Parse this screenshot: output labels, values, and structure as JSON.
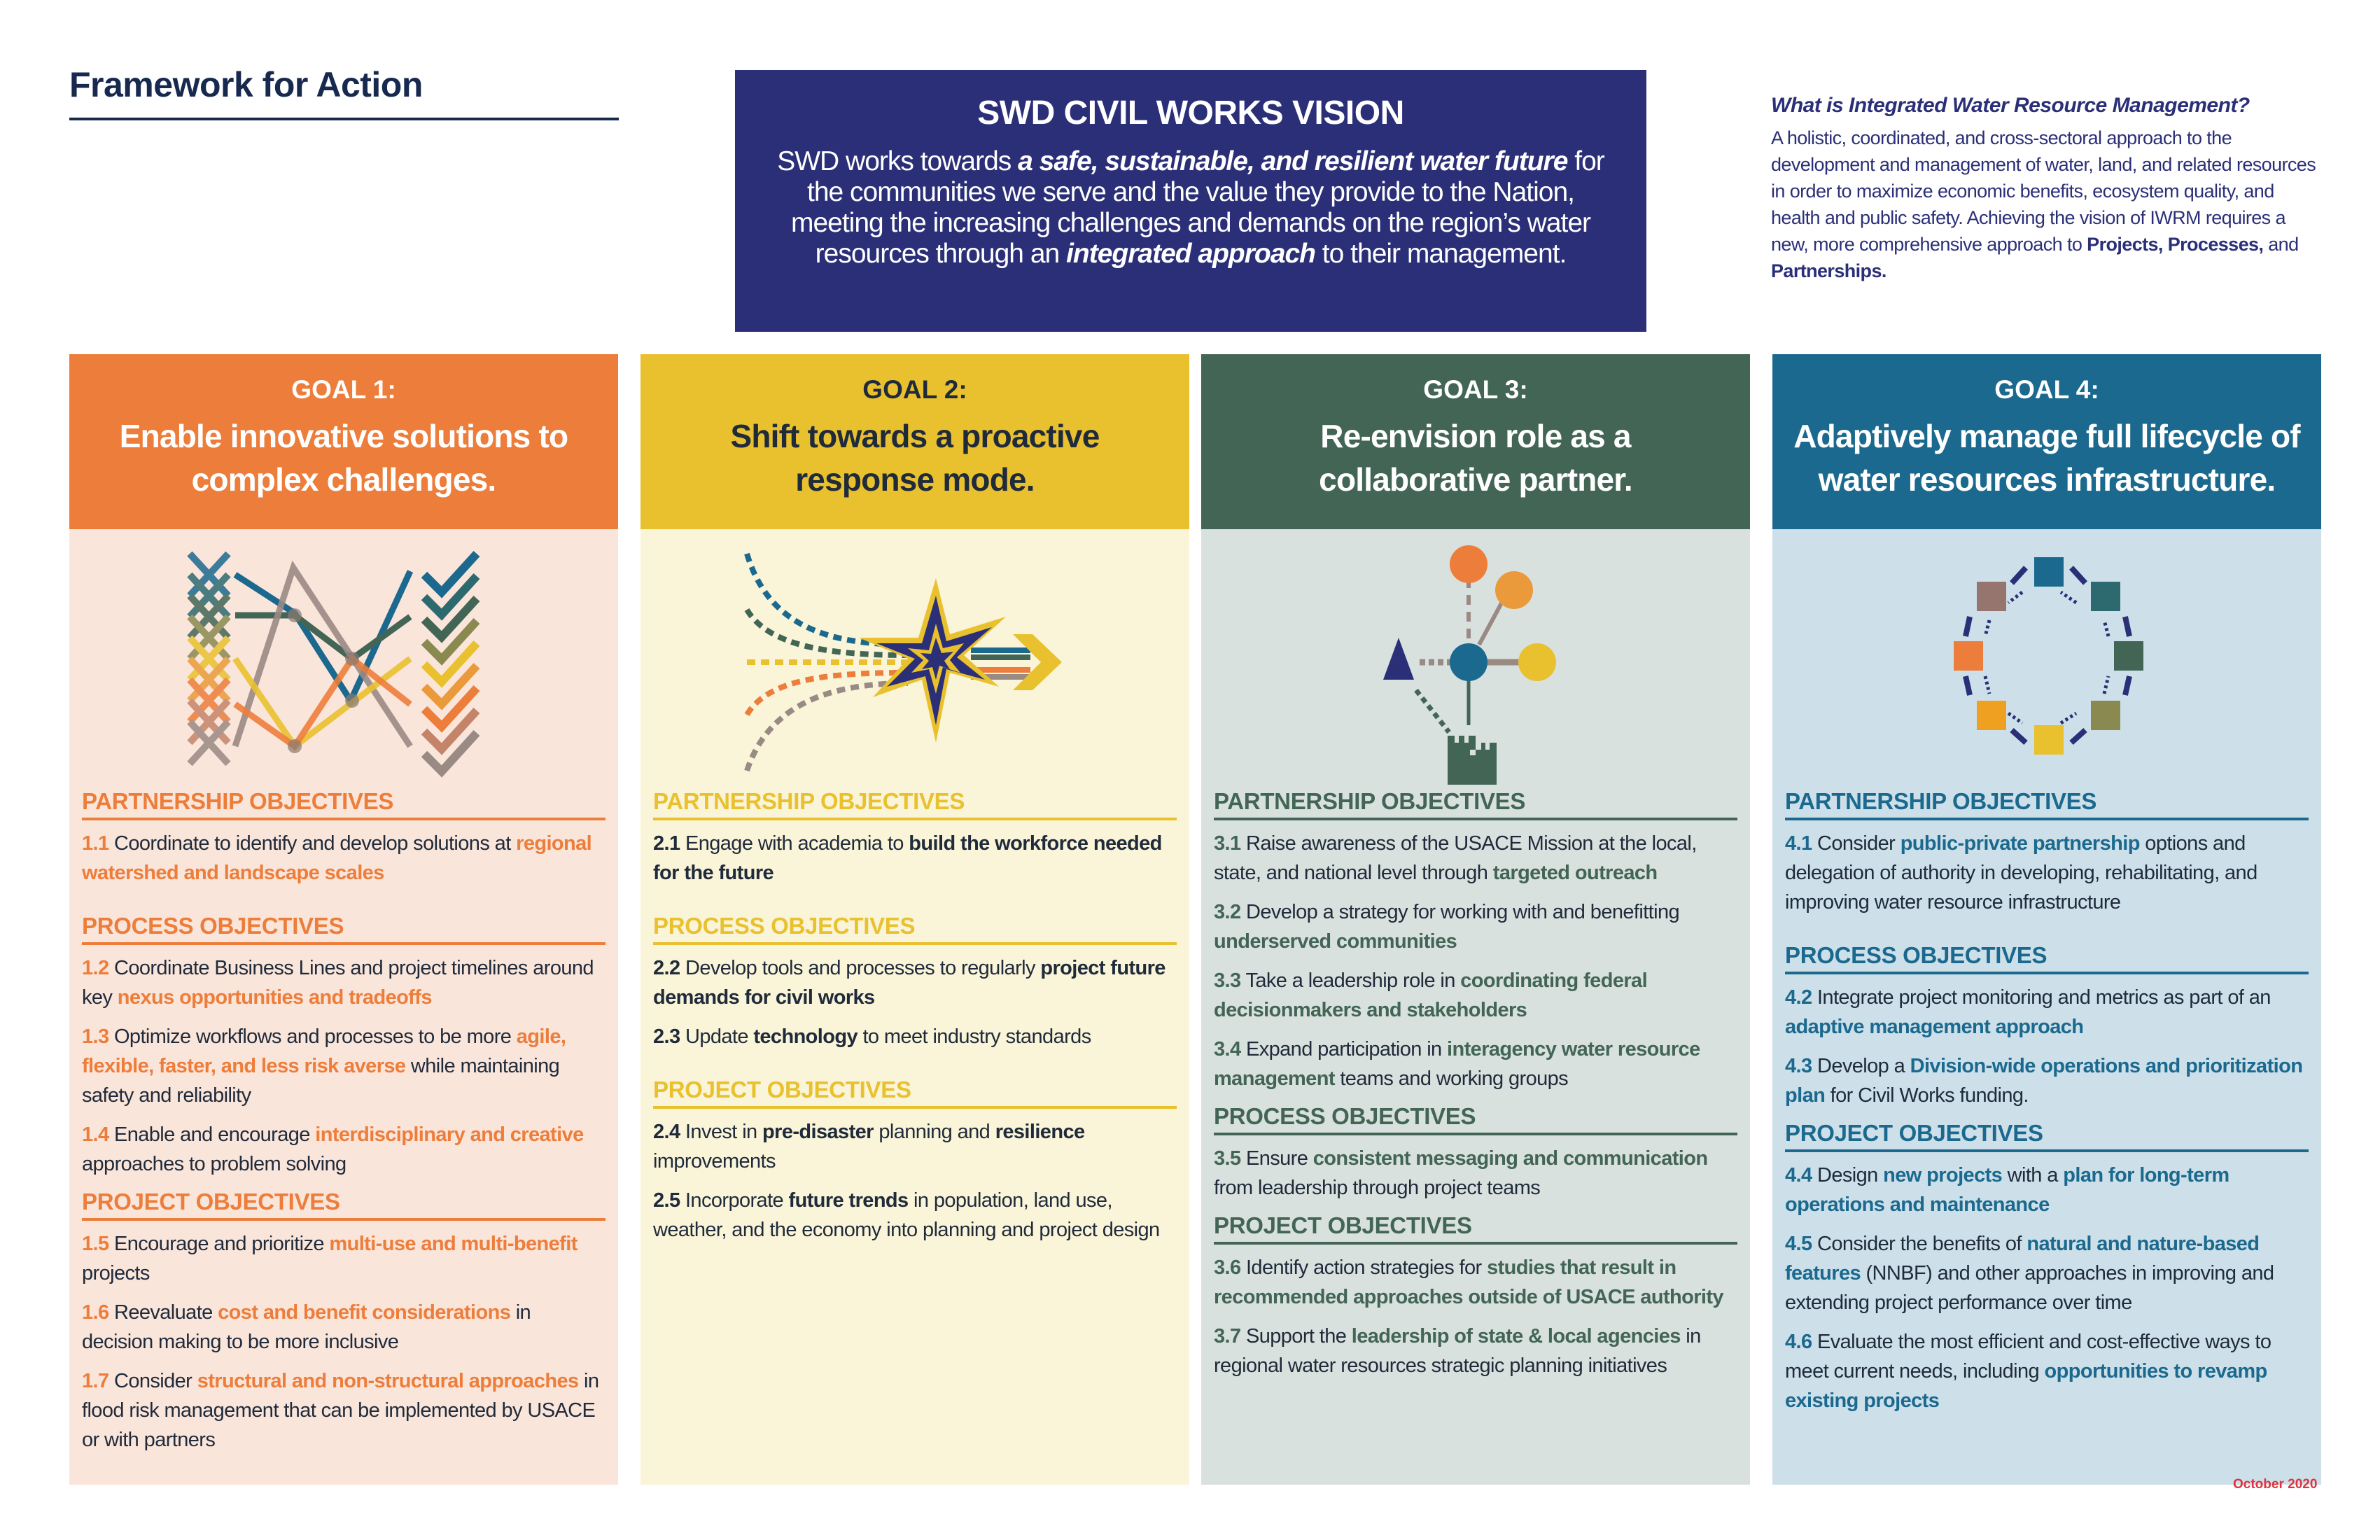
{
  "header": {
    "title": "Framework for Action"
  },
  "vision": {
    "title": "SWD CIVIL WORKS VISION",
    "text_parts": [
      {
        "text": "SWD works towards ",
        "bold": false
      },
      {
        "text": "a safe, sustainable, and resilient water future",
        "bold": true
      },
      {
        "text": " for the communities we serve and the value they provide to the Nation, meeting the increasing challenges and demands on the region’s water resources through an ",
        "bold": false
      },
      {
        "text": "integrated approach",
        "bold": true
      },
      {
        "text": " to their management.",
        "bold": false
      }
    ]
  },
  "iwrm": {
    "question": "What is Integrated Water Resource Management?",
    "text_parts": [
      {
        "text": "A  holistic, coordinated, and cross-sectoral approach to the development and management of water, land, and related resources in order to maximize economic benefits, ecosystem quality, and health and public safety. Achieving the vision of IWRM requires a new, more comprehensive approach to ",
        "bold": false
      },
      {
        "text": "Projects, Processes,",
        "bold": true
      },
      {
        "text": " and ",
        "bold": false
      },
      {
        "text": "Partnerships.",
        "bold": true
      }
    ]
  },
  "colors": {
    "goal1": "#ed7d3a",
    "goal1_bg": "#fae5da",
    "goal2": "#e9c12e",
    "goal2_bg": "#faf4d8",
    "goal3": "#426556",
    "goal3_bg": "#d9e1de",
    "goal4": "#1b698e",
    "goal4_bg": "#cde0e9",
    "navy": "#2b2f78",
    "date_red": "#e0323f"
  },
  "goals": [
    {
      "label": "GOAL 1:",
      "title": "Enable innovative solutions to complex challenges.",
      "icon": "crossing-lines-checkmarks-icon",
      "sections": [
        {
          "title": "PARTNERSHIP OBJECTIVES",
          "items": [
            {
              "num": "1.1",
              "parts": [
                {
                  "t": " Coordinate to identify and develop solutions at ",
                  "b": false
                },
                {
                  "t": "regional watershed and landscape scales",
                  "b": true
                }
              ]
            }
          ]
        },
        {
          "title": "PROCESS OBJECTIVES",
          "items": [
            {
              "num": "1.2",
              "parts": [
                {
                  "t": " Coordinate Business Lines and project timelines around key ",
                  "b": false
                },
                {
                  "t": "nexus opportunities and tradeoffs",
                  "b": true
                }
              ]
            },
            {
              "num": "1.3",
              "parts": [
                {
                  "t": " Optimize workflows and processes to be more ",
                  "b": false
                },
                {
                  "t": "agile, flexible, faster, and less risk averse",
                  "b": true
                },
                {
                  "t": " while maintaining safety and reliability",
                  "b": false
                }
              ]
            },
            {
              "num": "1.4",
              "parts": [
                {
                  "t": " Enable and encourage ",
                  "b": false
                },
                {
                  "t": "interdisciplinary and creative",
                  "b": true
                },
                {
                  "t": " approaches to problem solving",
                  "b": false
                }
              ]
            }
          ]
        },
        {
          "title": "PROJECT OBJECTIVES",
          "items": [
            {
              "num": "1.5",
              "parts": [
                {
                  "t": " Encourage and prioritize ",
                  "b": false
                },
                {
                  "t": "multi-use and multi-benefit",
                  "b": true
                },
                {
                  "t": " projects",
                  "b": false
                }
              ]
            },
            {
              "num": "1.6",
              "parts": [
                {
                  "t": " Reevaluate ",
                  "b": false
                },
                {
                  "t": "cost and benefit considerations",
                  "b": true
                },
                {
                  "t": " in decision making to be more inclusive",
                  "b": false
                }
              ]
            },
            {
              "num": "1.7",
              "parts": [
                {
                  "t": " Consider ",
                  "b": false
                },
                {
                  "t": "structural and non-structural approaches",
                  "b": true
                },
                {
                  "t": " in flood risk management that can be implemented by USACE or with partners",
                  "b": false
                }
              ]
            }
          ]
        }
      ]
    },
    {
      "label": "GOAL 2:",
      "title": "Shift towards a proactive response mode.",
      "icon": "starburst-arrow-icon",
      "sections": [
        {
          "title": "PARTNERSHIP OBJECTIVES",
          "items": [
            {
              "num": "2.1",
              "parts": [
                {
                  "t": " Engage with academia to ",
                  "b": false
                },
                {
                  "t": "build the workforce needed for the future",
                  "b": true
                }
              ]
            }
          ]
        },
        {
          "title": "PROCESS OBJECTIVES",
          "items": [
            {
              "num": "2.2",
              "parts": [
                {
                  "t": " Develop tools and processes to regularly ",
                  "b": false
                },
                {
                  "t": "project future demands for civil works",
                  "b": true
                }
              ]
            },
            {
              "num": "2.3",
              "parts": [
                {
                  "t": " Update ",
                  "b": false
                },
                {
                  "t": "technology",
                  "b": true
                },
                {
                  "t": " to meet industry standards",
                  "b": false
                }
              ]
            }
          ]
        },
        {
          "title": "PROJECT OBJECTIVES",
          "items": [
            {
              "num": "2.4",
              "parts": [
                {
                  "t": " Invest in ",
                  "b": false
                },
                {
                  "t": "pre-disaster",
                  "b": true
                },
                {
                  "t": " planning and ",
                  "b": false
                },
                {
                  "t": "resilience",
                  "b": true
                },
                {
                  "t": " improvements",
                  "b": false
                }
              ]
            },
            {
              "num": "2.5",
              "parts": [
                {
                  "t": " Incorporate ",
                  "b": false
                },
                {
                  "t": "future trends",
                  "b": true
                },
                {
                  "t": " in population, land use, weather, and the economy into planning and project design",
                  "b": false
                }
              ]
            }
          ]
        }
      ]
    },
    {
      "label": "GOAL 3:",
      "title": "Re-envision role as a collaborative partner.",
      "icon": "network-castle-icon",
      "sections": [
        {
          "title": "PARTNERSHIP OBJECTIVES",
          "items": [
            {
              "num": "3.1",
              "parts": [
                {
                  "t": " Raise awareness of the USACE Mission at the local, state, and national level through ",
                  "b": false
                },
                {
                  "t": "targeted outreach",
                  "b": true
                }
              ]
            },
            {
              "num": "3.2",
              "parts": [
                {
                  "t": " Develop a strategy for working with and benefitting ",
                  "b": false
                },
                {
                  "t": "underserved communities",
                  "b": true
                }
              ]
            },
            {
              "num": "3.3",
              "parts": [
                {
                  "t": " Take a leadership role in ",
                  "b": false
                },
                {
                  "t": "coordinating federal decisionmakers and stakeholders",
                  "b": true
                }
              ]
            },
            {
              "num": "3.4",
              "parts": [
                {
                  "t": " Expand participation in ",
                  "b": false
                },
                {
                  "t": "interagency water resource management",
                  "b": true
                },
                {
                  "t": " teams and working groups",
                  "b": false
                }
              ]
            }
          ]
        },
        {
          "title": "PROCESS OBJECTIVES",
          "items": [
            {
              "num": "3.5",
              "parts": [
                {
                  "t": " Ensure ",
                  "b": false
                },
                {
                  "t": "consistent messaging and communication",
                  "b": true
                },
                {
                  "t": " from leadership through project teams",
                  "b": false
                }
              ]
            }
          ]
        },
        {
          "title": "PROJECT OBJECTIVES",
          "items": [
            {
              "num": "3.6",
              "parts": [
                {
                  "t": " Identify action strategies for ",
                  "b": false
                },
                {
                  "t": "studies that result in recommended approaches outside of USACE authority",
                  "b": true
                }
              ]
            },
            {
              "num": "3.7",
              "parts": [
                {
                  "t": " Support the ",
                  "b": false
                },
                {
                  "t": "leadership of state & local agencies",
                  "b": true
                },
                {
                  "t": " in regional water resources strategic planning initiatives",
                  "b": false
                }
              ]
            }
          ]
        }
      ]
    },
    {
      "label": "GOAL 4:",
      "title": "Adaptively manage full lifecycle of water resources infrastructure.",
      "icon": "lifecycle-cycle-icon",
      "sections": [
        {
          "title": "PARTNERSHIP OBJECTIVES",
          "items": [
            {
              "num": "4.1",
              "parts": [
                {
                  "t": " Consider ",
                  "b": false
                },
                {
                  "t": "public-private partnership",
                  "b": true
                },
                {
                  "t": " options and delegation of authority in developing, rehabilitating, and improving water resource infrastructure",
                  "b": false
                }
              ]
            }
          ]
        },
        {
          "title": "PROCESS OBJECTIVES",
          "items": [
            {
              "num": "4.2",
              "parts": [
                {
                  "t": " Integrate project monitoring and metrics as part of an ",
                  "b": false
                },
                {
                  "t": "adaptive management approach",
                  "b": true
                }
              ]
            },
            {
              "num": "4.3",
              "parts": [
                {
                  "t": " Develop a ",
                  "b": false
                },
                {
                  "t": "Division-wide operations and prioritization plan",
                  "b": true
                },
                {
                  "t": " for Civil Works funding.",
                  "b": false
                }
              ]
            }
          ]
        },
        {
          "title": "PROJECT OBJECTIVES",
          "items": [
            {
              "num": "4.4",
              "parts": [
                {
                  "t": " Design ",
                  "b": false
                },
                {
                  "t": "new projects",
                  "b": true
                },
                {
                  "t": " with a ",
                  "b": false
                },
                {
                  "t": "plan for long-term operations and maintenance",
                  "b": true
                }
              ]
            },
            {
              "num": "4.5",
              "parts": [
                {
                  "t": " Consider the benefits of ",
                  "b": false
                },
                {
                  "t": "natural and nature-based features",
                  "b": true
                },
                {
                  "t": " (NNBF) and other approaches in improving and extending project performance over time",
                  "b": false
                }
              ]
            },
            {
              "num": "4.6",
              "parts": [
                {
                  "t": " Evaluate the most efficient and cost-effective ways to meet current needs, including ",
                  "b": false
                },
                {
                  "t": "opportunities to revamp existing projects",
                  "b": true
                }
              ]
            }
          ]
        }
      ]
    }
  ],
  "footer": {
    "date": "October 2020"
  }
}
